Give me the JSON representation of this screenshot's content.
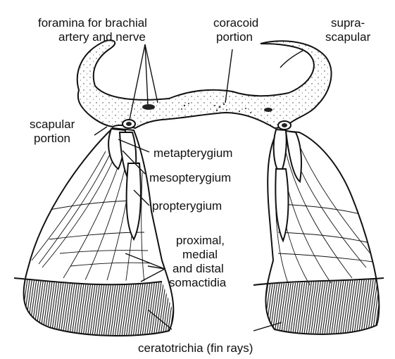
{
  "labels": {
    "foramina_1": "foramina for brachial",
    "foramina_2": "artery and nerve",
    "coracoid_1": "coracoid",
    "coracoid_2": "portion",
    "suprascapular_1": "supra-",
    "suprascapular_2": "scapular",
    "scapular_1": "scapular",
    "scapular_2": "portion",
    "metapterygium": "metapterygium",
    "mesopterygium": "mesopterygium",
    "propterygium": "propterygium",
    "somactidia_1": "proximal,",
    "somactidia_2": "medial",
    "somactidia_3": "and distal",
    "somactidia_4": "somactidia",
    "ceratotrichia": "ceratotrichia (fin rays)"
  }
}
